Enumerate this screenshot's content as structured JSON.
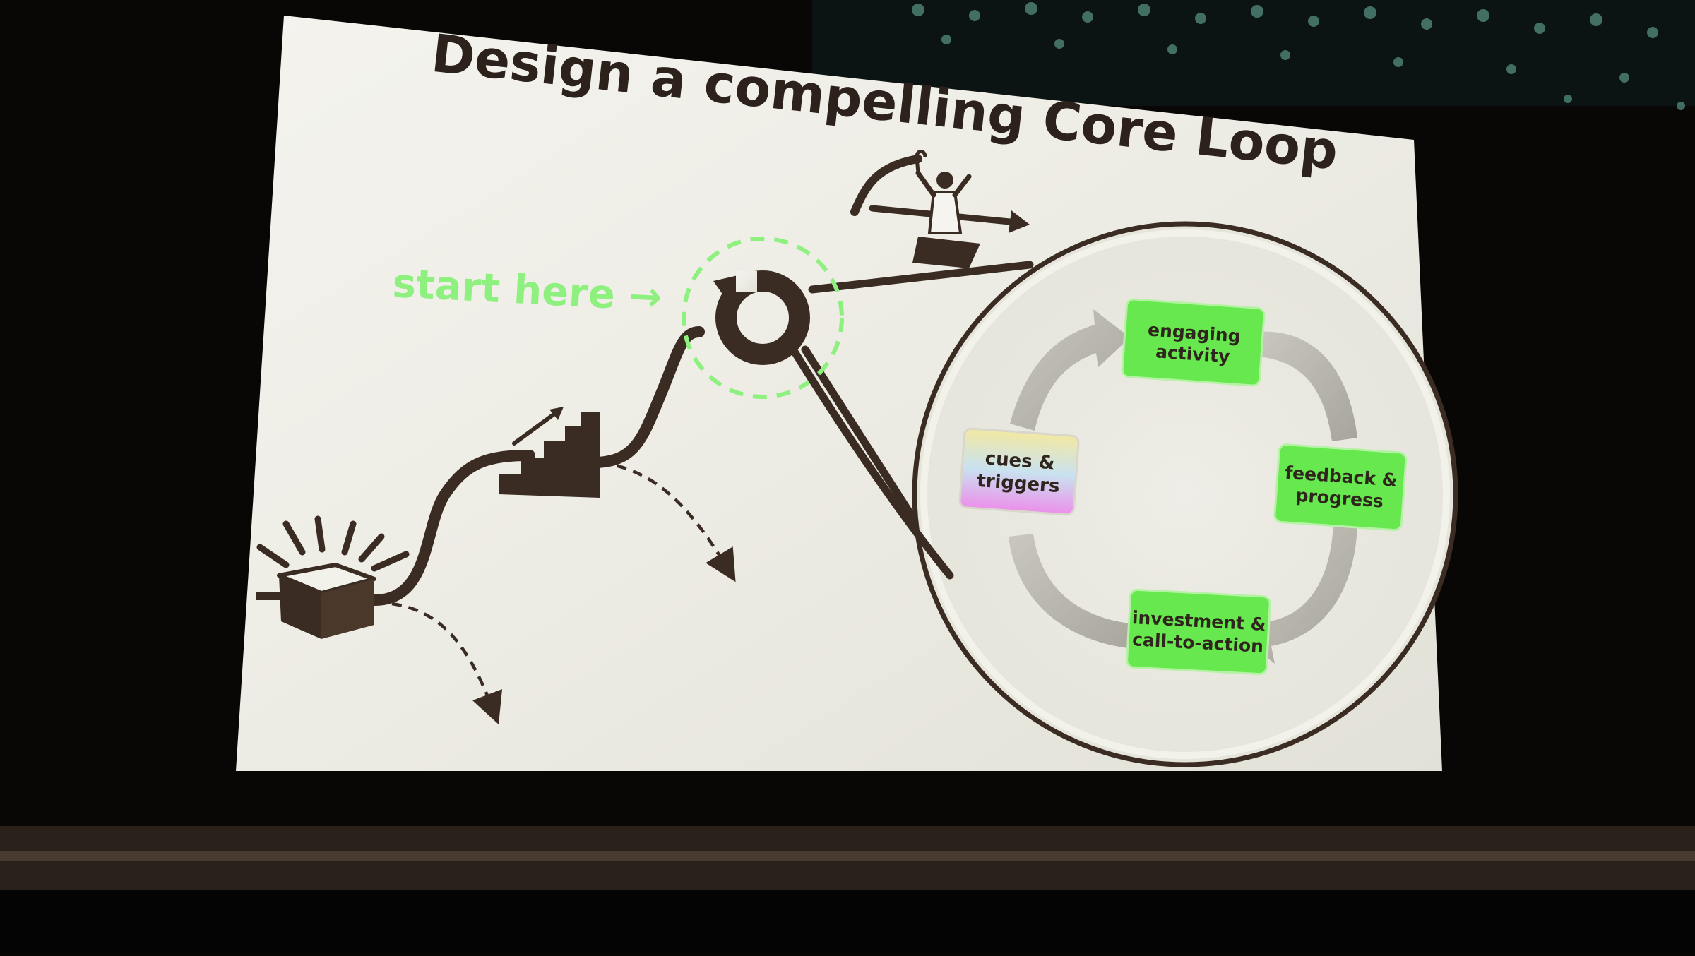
{
  "slide": {
    "title": "Design a compelling Core Loop",
    "start_label": "start here →"
  },
  "loop": {
    "nodes": [
      {
        "key": "engaging",
        "lines": [
          "engaging",
          "activity"
        ]
      },
      {
        "key": "feedback",
        "lines": [
          "feedback &",
          "progress"
        ]
      },
      {
        "key": "investment",
        "lines": [
          "investment &",
          "call-to-action"
        ]
      },
      {
        "key": "cues",
        "lines": [
          "cues &",
          "triggers"
        ]
      }
    ]
  },
  "icons": [
    "mystery-box-icon",
    "staircase-icon",
    "loop-cycle-icon",
    "summit-figure-icon"
  ],
  "colors": {
    "screen": "#ecebe4",
    "ink": "#3a2c22",
    "green": "#66e84e",
    "start_green": "#8cf07c",
    "room": "#080706"
  }
}
